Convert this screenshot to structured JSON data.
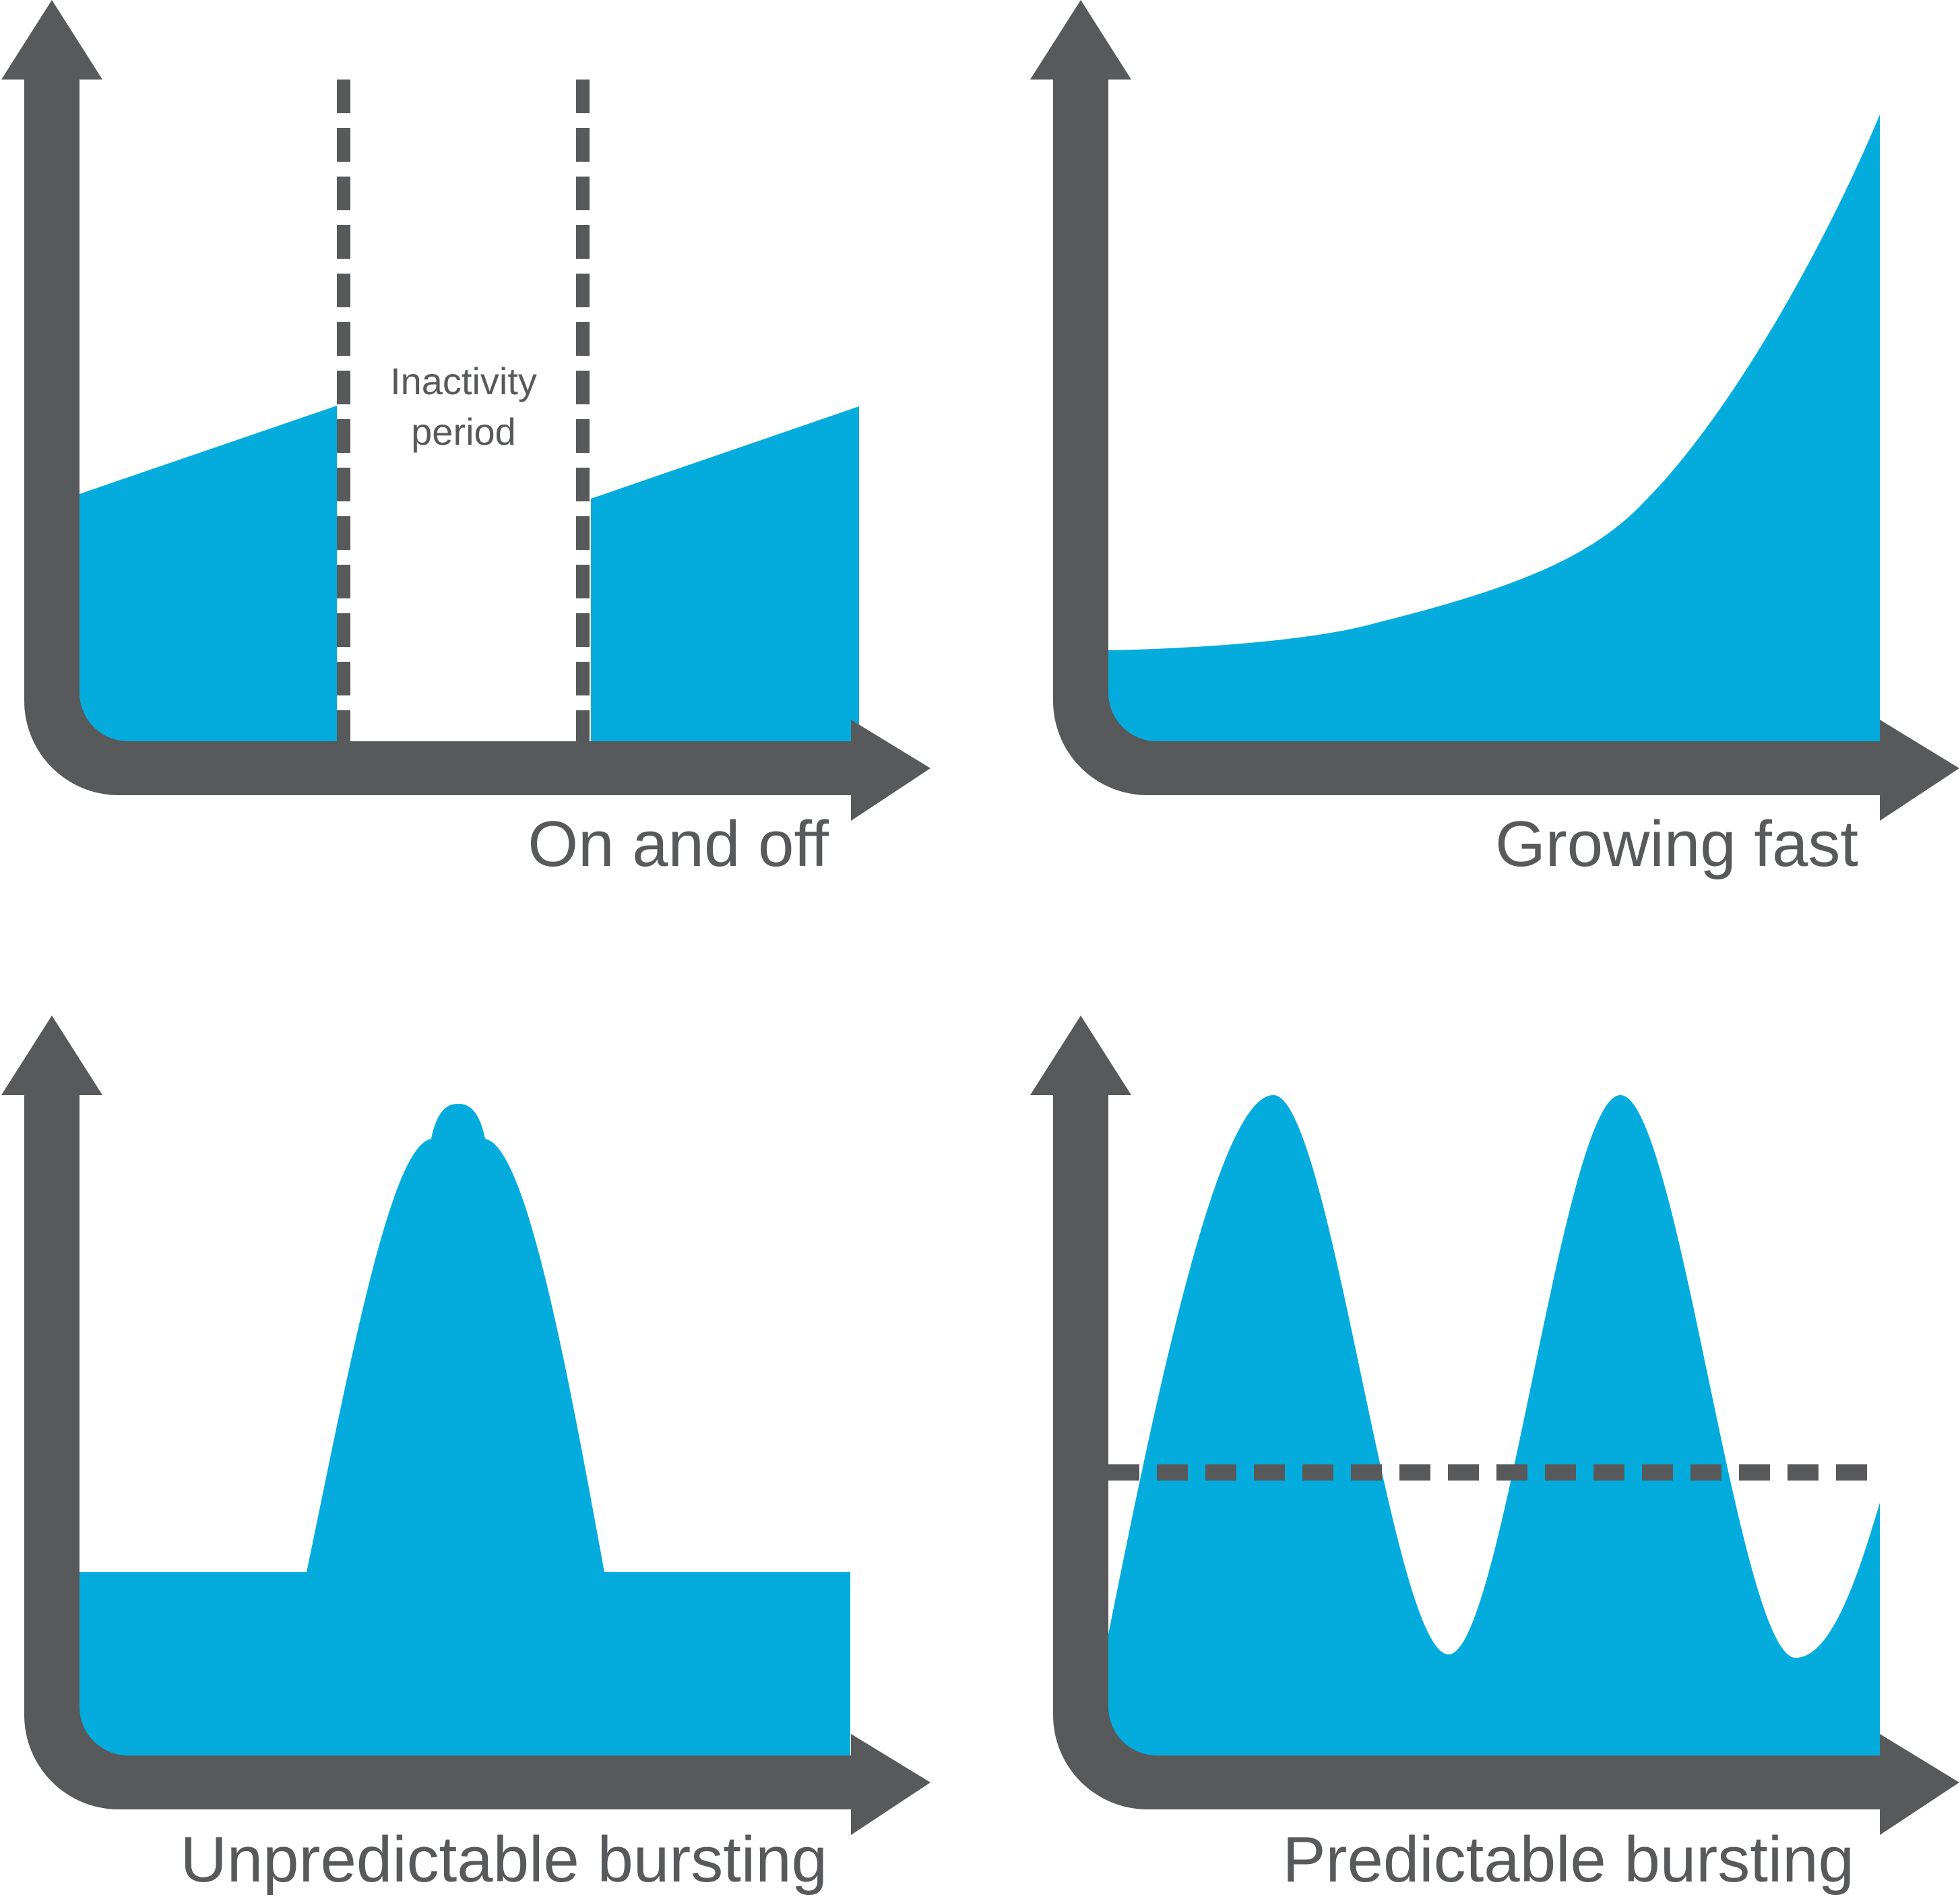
{
  "colors": {
    "axis": "#58595b",
    "fill": "#03acdc",
    "background": "#ffffff"
  },
  "panels": [
    {
      "caption": "On and off",
      "annotation_line1": "Inactivity",
      "annotation_line2": "period"
    },
    {
      "caption": "Growing fast"
    },
    {
      "caption": "Unpredictable bursting"
    },
    {
      "caption": "Predictable bursting"
    }
  ]
}
